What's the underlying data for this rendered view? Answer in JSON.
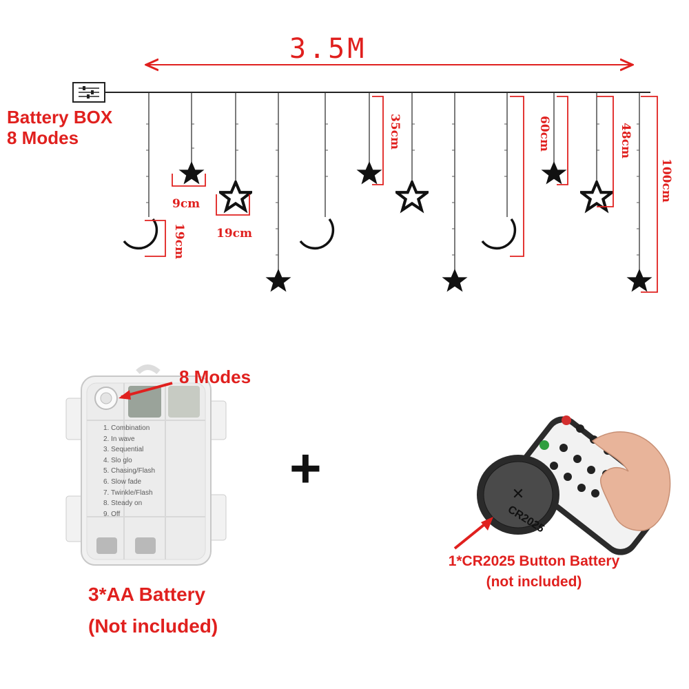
{
  "header": {
    "length": "3.5M"
  },
  "battery_box": {
    "line1": "Battery BOX",
    "line2": "8 Modes"
  },
  "dimensions": {
    "star_width": "9cm",
    "outline_star_width": "19cm",
    "moon_height": "19cm",
    "short_strand": "35cm",
    "mid_strand": "60cm",
    "star_strand": "48cm",
    "long_strand": "100cm"
  },
  "controller": {
    "modes_callout": "8 Modes",
    "mode_list": [
      "1. Combination",
      "2. In wave",
      "3. Sequential",
      "4. Slo glo",
      "5. Chasing/Flash",
      "6. Slow fade",
      "7. Twinkle/Flash",
      "8. Steady on",
      "9. Off"
    ],
    "battery_line1": "3*AA Battery",
    "battery_line2": "(Not included)"
  },
  "plus_sign": "+",
  "remote": {
    "coin_cell_text": "CR2025",
    "battery_line1": "1*CR2025 Button Battery",
    "battery_line2": "(not included)"
  },
  "colors": {
    "accent_red": "#e0201e",
    "ink": "#111111"
  }
}
